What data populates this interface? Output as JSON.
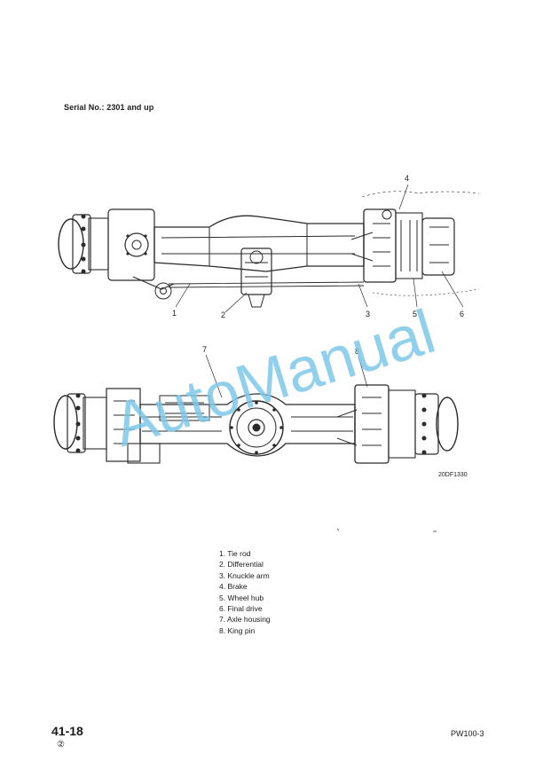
{
  "header": {
    "serial": "Serial No.:  2301 and up"
  },
  "figure": {
    "code": "20DF1330",
    "callouts": [
      "1",
      "2",
      "3",
      "4",
      "5",
      "6",
      "7",
      "8"
    ]
  },
  "legend": [
    "1. Tie rod",
    "2. Differential",
    "3. Knuckle arm",
    "4. Brake",
    "5. Wheel hub",
    "6. Final drive",
    "7. Axle housing",
    "8. King pin"
  ],
  "watermark": {
    "text": "AutoManual",
    "color": "#7ec8ea"
  },
  "footer": {
    "page": "41-18",
    "revision": "②",
    "model": "PW100-3"
  }
}
